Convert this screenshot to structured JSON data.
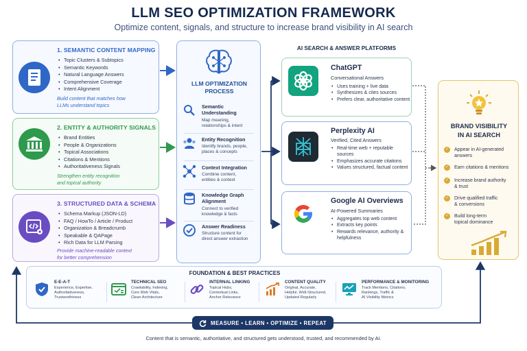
{
  "title": "LLM SEO OPTIMIZATION FRAMEWORK",
  "subtitle": "Optimize content, signals, and structure to increase brand visibility in AI search",
  "pillars": [
    {
      "heading": "1. SEMANTIC CONTENT MAPPING",
      "items": [
        "Topic Clusters & Subtopics",
        "Semantic Keywords",
        "Natural Language Answers",
        "Comprehensive Coverage",
        "Intent Alignment"
      ],
      "footer": [
        "Build content that matches how",
        "LLMs understand topics"
      ],
      "icon": "document-icon",
      "color": "#2f67c6"
    },
    {
      "heading": "2. ENTITY & AUTHORITY SIGNALS",
      "items": [
        "Brand Entities",
        "People & Organizations",
        "Topical Associations",
        "Citations & Mentions",
        "Authoritativeness Signals"
      ],
      "footer": [
        "Strengthen entity recognition",
        "and topical authority"
      ],
      "icon": "institution-icon",
      "color": "#2e9a4c"
    },
    {
      "heading": "3. STRUCTURED DATA & SCHEMA",
      "items": [
        "Schema Markup (JSON-LD)",
        "FAQ / HowTo / Article / Product",
        "Organization & Breadcrumb",
        "Speakable & QAPage",
        "Rich Data for LLM Parsing"
      ],
      "footer": [
        "Provide machine-readable context",
        "for better comprehension"
      ],
      "icon": "code-file-icon",
      "color": "#6a4cc2"
    }
  ],
  "process": {
    "title": [
      "LLM OPTIMIZATION",
      "PROCESS"
    ],
    "steps": [
      {
        "heading": [
          "Semantic",
          "Understanding"
        ],
        "desc": [
          "Map meaning,",
          "relationships & intent"
        ],
        "icon": "magnifier-icon"
      },
      {
        "heading": [
          "Entity Recognition"
        ],
        "desc": [
          "Identify brands, people,",
          "places & concepts"
        ],
        "icon": "people-icon"
      },
      {
        "heading": [
          "Context Integration"
        ],
        "desc": [
          "Combine content,",
          "entities & context"
        ],
        "icon": "network-icon"
      },
      {
        "heading": [
          "Knowledge Graph",
          "Alignment"
        ],
        "desc": [
          "Connect to verified",
          "knowledge & facts"
        ],
        "icon": "database-icon"
      },
      {
        "heading": [
          "Answer Readiness"
        ],
        "desc": [
          "Structure content for",
          "direct answer extraction"
        ],
        "icon": "check-circle-icon"
      }
    ]
  },
  "platforms_heading": "AI SEARCH & ANSWER PLATFORMS",
  "platforms": [
    {
      "name": "ChatGPT",
      "sub": "Conversational Answers",
      "items": [
        "Uses training + live data",
        "Synthesizes & cites sources",
        "Prefers clear, authoritative content"
      ],
      "icon": "chatgpt-logo-icon",
      "color": "#12a37f"
    },
    {
      "name": "Perplexity AI",
      "sub": "Verified, Cited Answers",
      "items": [
        "Real-time web + reputable sources",
        "Emphasizes accurate citations",
        "Values structured, factual content"
      ],
      "icon": "perplexity-logo-icon",
      "color": "#1f2a33"
    },
    {
      "name": "Google AI Overviews",
      "sub": "AI-Powered Summaries",
      "items": [
        "Aggregates top web content",
        "Extracts key points",
        "Rewards relevance, authority & helpfulness"
      ],
      "icon": "google-logo-icon",
      "color": "#ffffff"
    }
  ],
  "brand": {
    "title": [
      "BRAND VISIBILITY",
      "IN AI SEARCH"
    ],
    "items": [
      [
        "Appear in AI-generated",
        "answers"
      ],
      [
        "Earn citations & mentions"
      ],
      [
        "Increase brand authority",
        "& trust"
      ],
      [
        "Drive qualified traffic",
        "& conversions"
      ],
      [
        "Build long-term",
        "topical dominance"
      ]
    ]
  },
  "foundation": {
    "title": "FOUNDATION & BEST PRACTICES",
    "cols": [
      {
        "heading": "E-E-A-T",
        "desc": [
          "Experience, Expertise,",
          "Authoritativeness,",
          "Trustworthiness"
        ],
        "icon": "shield-icon"
      },
      {
        "heading": "TECHNICAL SEO",
        "desc": [
          "Crawlability, Indexing,",
          "Core Web Vitals,",
          "Clean Architecture"
        ],
        "icon": "browser-icon"
      },
      {
        "heading": "INTERNAL LINKING",
        "desc": [
          "Topical Hubs,",
          "Contextual Links,",
          "Anchor Relevance"
        ],
        "icon": "link-icon"
      },
      {
        "heading": "CONTENT QUALITY",
        "desc": [
          "Original, Accurate,",
          "Helpful, Well-Structured,",
          "Updated Regularly"
        ],
        "icon": "trend-chart-icon"
      },
      {
        "heading": "PERFORMANCE & MONITORING",
        "desc": [
          "Track Mentions, Citations,",
          "Rankings, Traffic &",
          "AI Visibility Metrics"
        ],
        "icon": "monitor-icon"
      }
    ]
  },
  "cycle": "MEASURE • LEARN • OPTIMIZE • REPEAT",
  "tagline": "Content that is semantic, authoritative, and structured gets understood, trusted, and recommended by AI."
}
